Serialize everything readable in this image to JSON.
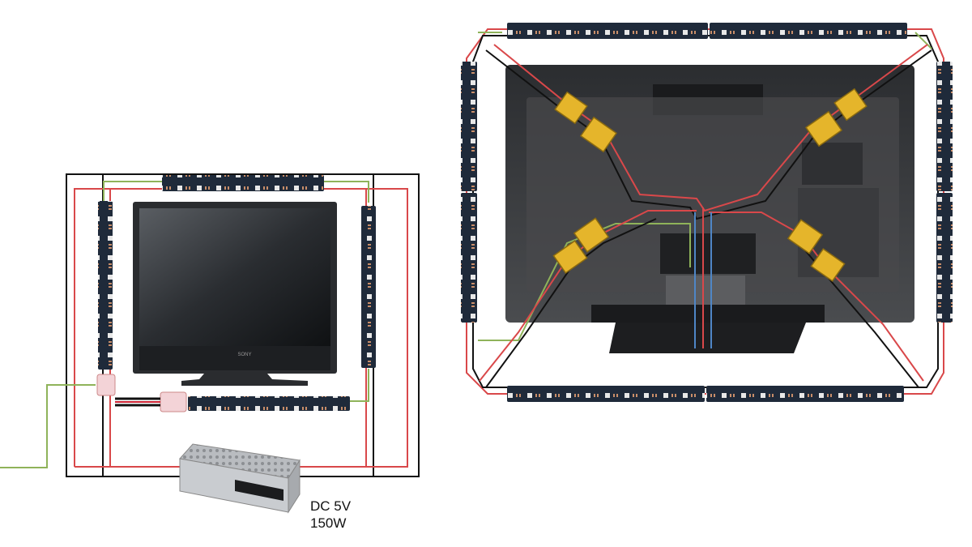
{
  "psu_label": {
    "line1": "DC 5V",
    "line2": "150W"
  },
  "tv_brand": "SONY",
  "colors": {
    "wire_red": "#d9484a",
    "wire_black": "#111111",
    "wire_green": "#8fb35a",
    "wire_blue": "#4f86c6",
    "led_strip": "#1f2a3a",
    "connector": "#e5b52b"
  },
  "icons": [
    "led-strip-icon",
    "tv-front-icon",
    "tv-back-icon",
    "power-supply-icon",
    "connector-icon"
  ]
}
